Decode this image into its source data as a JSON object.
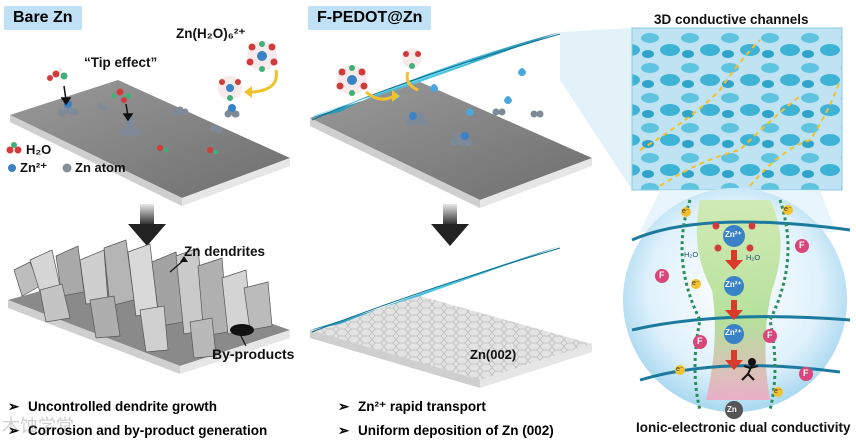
{
  "left_panel": {
    "title": "Bare Zn",
    "tip_effect": "“Tip effect”",
    "complex": "Zn(H₂O)₆²⁺",
    "legend_water": "H₂O",
    "legend_zn_ion": "Zn²⁺",
    "legend_zn_atom": "Zn atom",
    "dendrites": "Zn dendrites",
    "byproducts": "By-products",
    "bullets": [
      "Uncontrolled dendrite growth",
      "Corrosion and by-product generation"
    ]
  },
  "middle_panel": {
    "title": "F-PEDOT@Zn",
    "facet": "Zn(002)",
    "bullets": [
      "Zn²⁺ rapid transport",
      "Uniform deposition of Zn (002)"
    ]
  },
  "right_panel": {
    "channels_title": "3D conductive channels",
    "caption": "Ionic-electronic dual conductivity",
    "ion_label": "Zn²⁺",
    "water_label": "H₂O",
    "fluorine_label": "F",
    "electron_label": "e⁻",
    "zn_label": "Zn"
  },
  "bullet_mark": "➢",
  "watermark": "木蚀学堂",
  "colors": {
    "title_bg": "#bfe0f5",
    "plate_top": "#8a8a8a",
    "film": "#2aa8c8",
    "accent_yellow": "#f2c12e",
    "arrow_red": "#d93a2a"
  }
}
